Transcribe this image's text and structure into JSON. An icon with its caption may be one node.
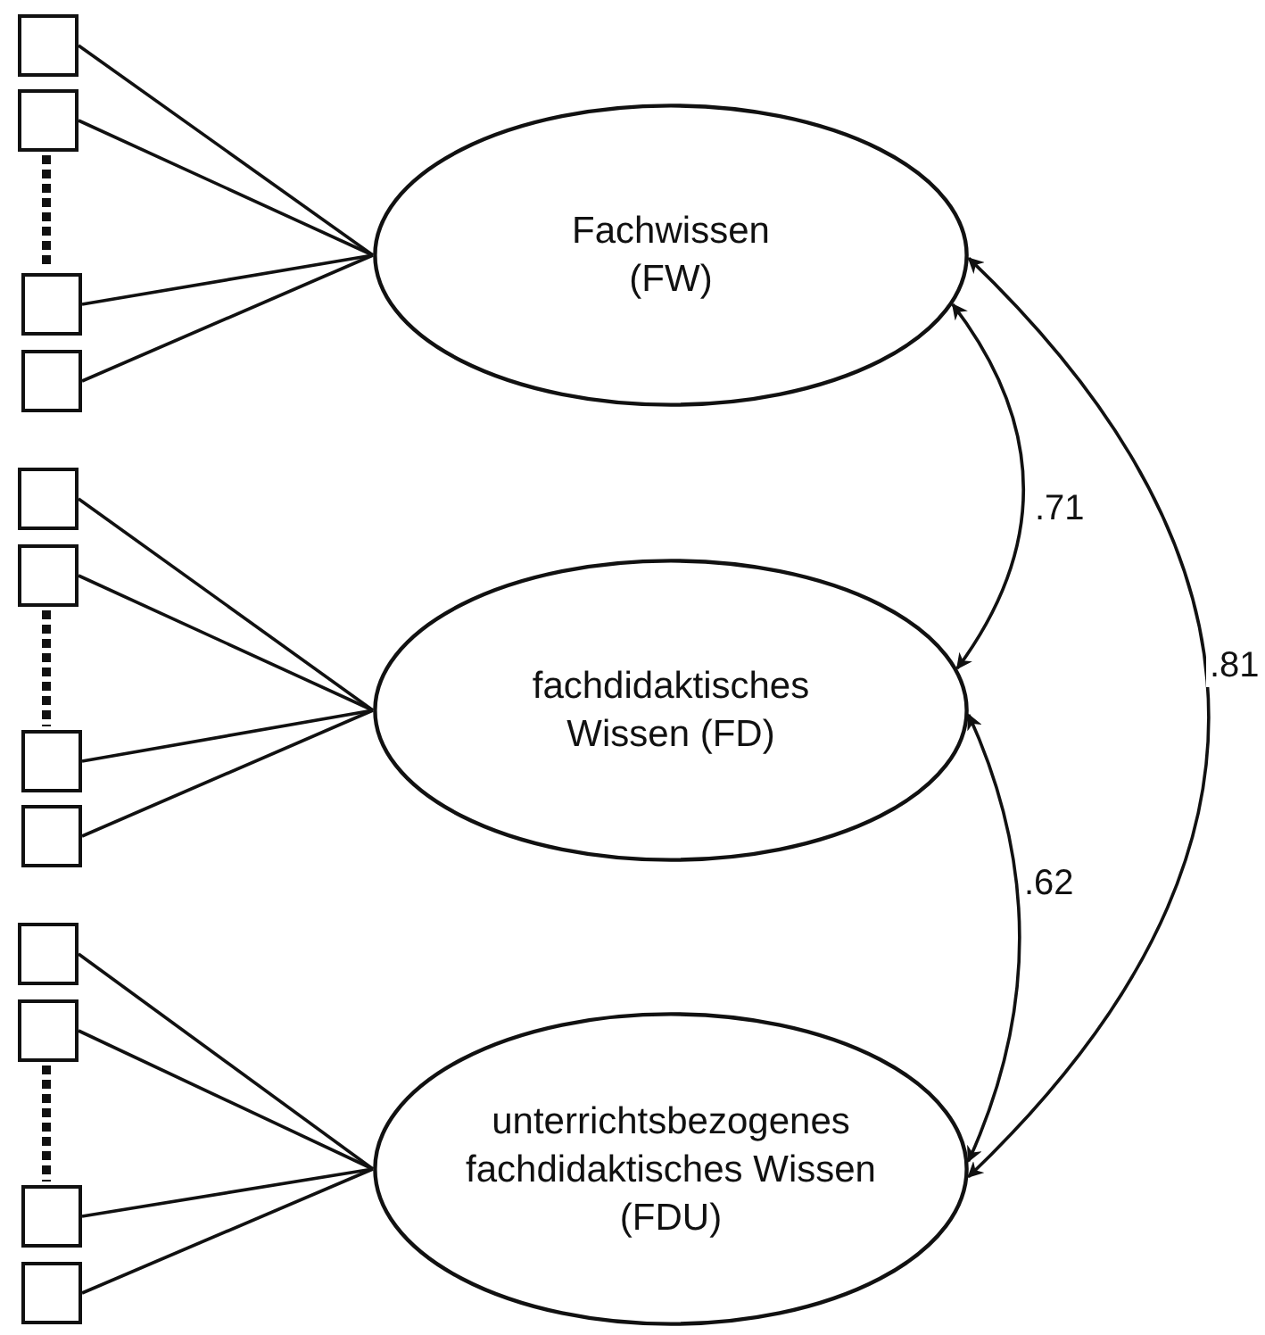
{
  "diagram": {
    "nodes": [
      {
        "text": [
          "Fachwissen (FW)"
        ]
      },
      {
        "text": [
          "fachdidaktisches Wissen (FD)"
        ]
      },
      {
        "text": [
          "unterrichtsbezogenes fachdidaktisches Wissen (FDU)"
        ]
      },
      {
        "text": [],
        "shape": "box"
      },
      {
        "text": [],
        "shape": "box"
      },
      {
        "text": [],
        "shape": "box"
      },
      {
        "text": [],
        "shape": "box"
      },
      {
        "text": [],
        "shape": "box"
      },
      {
        "text": [],
        "shape": "box"
      },
      {
        "text": [],
        "shape": "box"
      },
      {
        "text": [],
        "shape": "box"
      },
      {
        "text": [],
        "shape": "box"
      },
      {
        "text": [],
        "shape": "box"
      },
      {
        "text": [],
        "shape": "box"
      },
      {
        "text": [],
        "shape": "box"
      }
    ],
    "edges": [
      {
        "from": 0,
        "to": 3,
        "arrow": "none"
      },
      {
        "from": 0,
        "to": 4,
        "arrow": "none"
      },
      {
        "from": 0,
        "to": 5,
        "arrow": "none"
      },
      {
        "from": 0,
        "to": 6,
        "arrow": "none"
      },
      {
        "from": 1,
        "to": 7,
        "arrow": "none"
      },
      {
        "from": 1,
        "to": 8,
        "arrow": "none"
      },
      {
        "from": 1,
        "to": 9,
        "arrow": "none"
      },
      {
        "from": 1,
        "to": 10,
        "arrow": "none"
      },
      {
        "from": 2,
        "to": 11,
        "arrow": "none"
      },
      {
        "from": 2,
        "to": 12,
        "arrow": "none"
      },
      {
        "from": 2,
        "to": 13,
        "arrow": "none"
      },
      {
        "from": 2,
        "to": 14,
        "arrow": "none"
      },
      {
        "from": 0,
        "to": 1,
        "arrow": "both",
        "label": ".71"
      },
      {
        "from": 1,
        "to": 2,
        "arrow": "both",
        "label": ".62"
      },
      {
        "from": 0,
        "to": 2,
        "arrow": "both",
        "label": ".81"
      }
    ]
  }
}
